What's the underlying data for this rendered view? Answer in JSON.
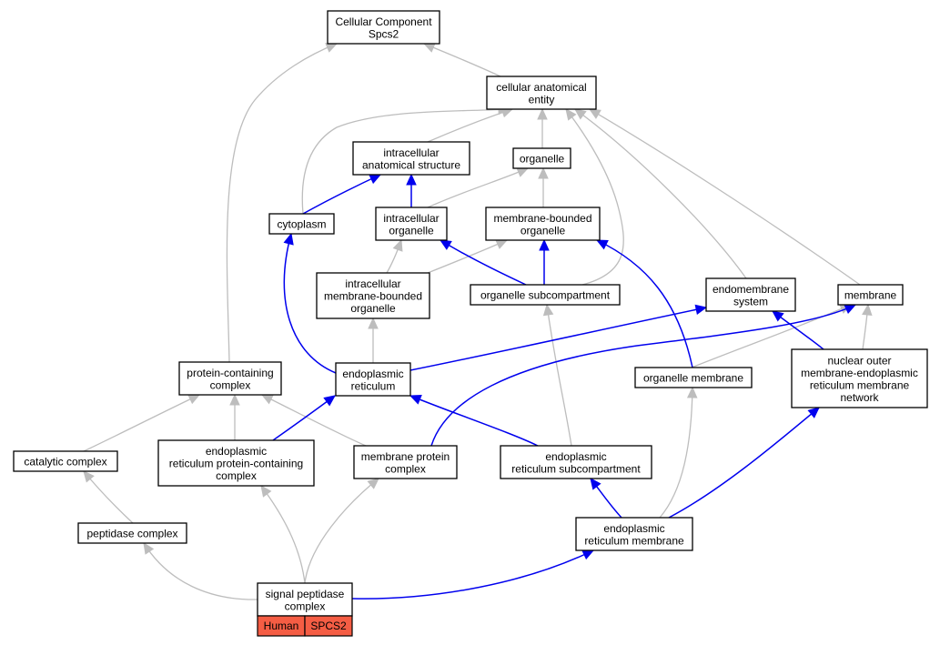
{
  "nodes": {
    "cc_root": {
      "lines": [
        "Cellular Component",
        "Spcs2"
      ]
    },
    "cae": {
      "lines": [
        "cellular anatomical",
        "entity"
      ]
    },
    "ias": {
      "lines": [
        "intracellular",
        "anatomical structure"
      ]
    },
    "organelle": {
      "lines": [
        "organelle"
      ]
    },
    "cytoplasm": {
      "lines": [
        "cytoplasm"
      ]
    },
    "io": {
      "lines": [
        "intracellular",
        "organelle"
      ]
    },
    "mbo": {
      "lines": [
        "membrane-bounded",
        "organelle"
      ]
    },
    "imbo": {
      "lines": [
        "intracellular",
        "membrane-bounded",
        "organelle"
      ]
    },
    "osc": {
      "lines": [
        "organelle subcompartment"
      ]
    },
    "ems": {
      "lines": [
        "endomembrane",
        "system"
      ]
    },
    "membrane": {
      "lines": [
        "membrane"
      ]
    },
    "pcc": {
      "lines": [
        "protein-containing",
        "complex"
      ]
    },
    "er": {
      "lines": [
        "endoplasmic",
        "reticulum"
      ]
    },
    "om": {
      "lines": [
        "organelle membrane"
      ]
    },
    "nom": {
      "lines": [
        "nuclear outer",
        "membrane-endoplasmic",
        "reticulum membrane",
        "network"
      ]
    },
    "cat": {
      "lines": [
        "catalytic complex"
      ]
    },
    "erpcc": {
      "lines": [
        "endoplasmic",
        "reticulum protein-containing",
        "complex"
      ]
    },
    "mpc": {
      "lines": [
        "membrane protein",
        "complex"
      ]
    },
    "ersc": {
      "lines": [
        "endoplasmic",
        "reticulum subcompartment"
      ]
    },
    "pep": {
      "lines": [
        "peptidase complex"
      ]
    },
    "erm": {
      "lines": [
        "endoplasmic",
        "reticulum membrane"
      ]
    },
    "spc": {
      "lines": [
        "signal peptidase",
        "complex"
      ]
    }
  },
  "annotation": {
    "species": "Human",
    "gene": "SPCS2"
  },
  "colors": {
    "is_a_edge": "#bdbdbd",
    "part_of_edge": "#0000ee",
    "annotation_fill": "#f55d44"
  }
}
